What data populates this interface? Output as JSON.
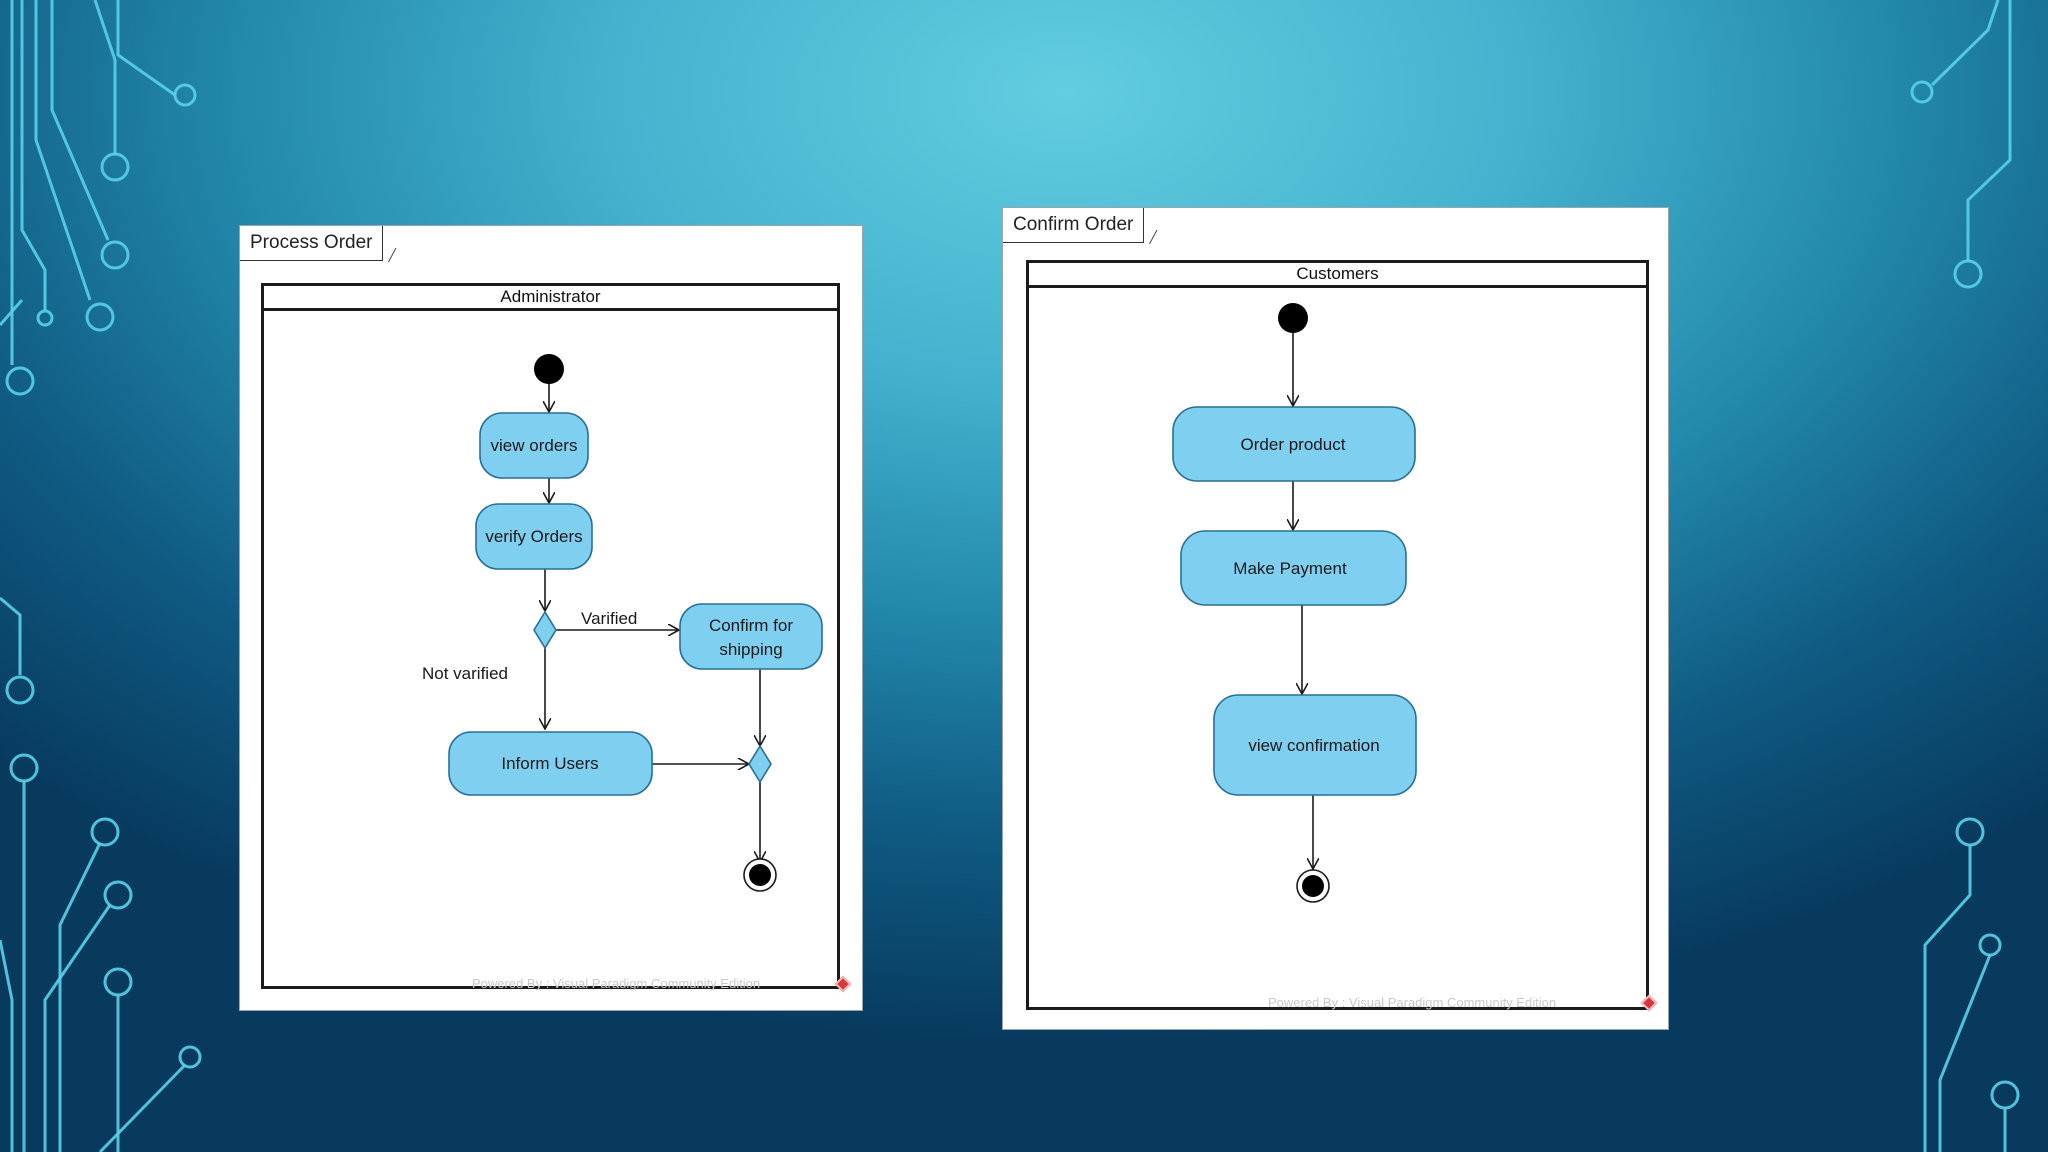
{
  "theme": {
    "background_top": "#62cde0",
    "background_bottom": "#083a5e",
    "circuit_color": "#5ad0ea",
    "action_fill": "#7fcff0",
    "action_stroke": "#2a6f96",
    "watermark_logo": "#d7373f"
  },
  "diagrams": [
    {
      "frame_title": "Process Order",
      "swimlane": "Administrator",
      "actions": {
        "view_orders": "view orders",
        "verify_orders": "verify Orders",
        "confirm_shipping_line1": "Confirm for",
        "confirm_shipping_line2": "shipping",
        "inform_users": "Inform Users"
      },
      "guards": {
        "verified": "Varified",
        "not_verified": "Not varified"
      },
      "watermark": "Powered By : Visual Paradigm Community Edition"
    },
    {
      "frame_title": "Confirm Order",
      "swimlane": "Customers",
      "actions": {
        "order_product": "Order product",
        "make_payment": "Make Payment",
        "view_confirmation": "view confirmation"
      },
      "watermark": "Powered By : Visual Paradigm Community Edition"
    }
  ]
}
